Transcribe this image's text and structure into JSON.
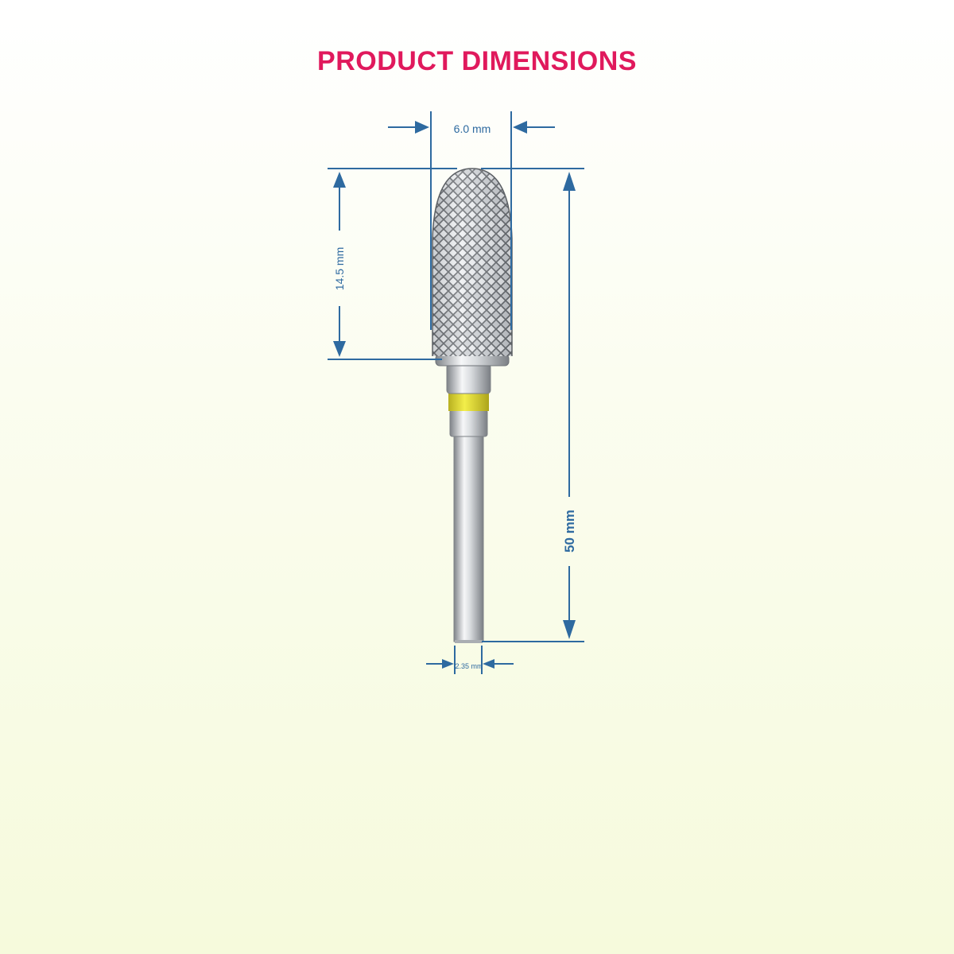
{
  "title": "PRODUCT DIMENSIONS",
  "dimensions": {
    "head_width": "6.0 mm",
    "head_length": "14.5 mm",
    "total_length": "50 mm",
    "shank_diameter": "2.35 mm"
  },
  "colors": {
    "title": "#e0195c",
    "dimension": "#2e6aa0",
    "band": "#e4de22",
    "steel_dark": "#8d9196",
    "steel_light": "#f4f5f6"
  }
}
